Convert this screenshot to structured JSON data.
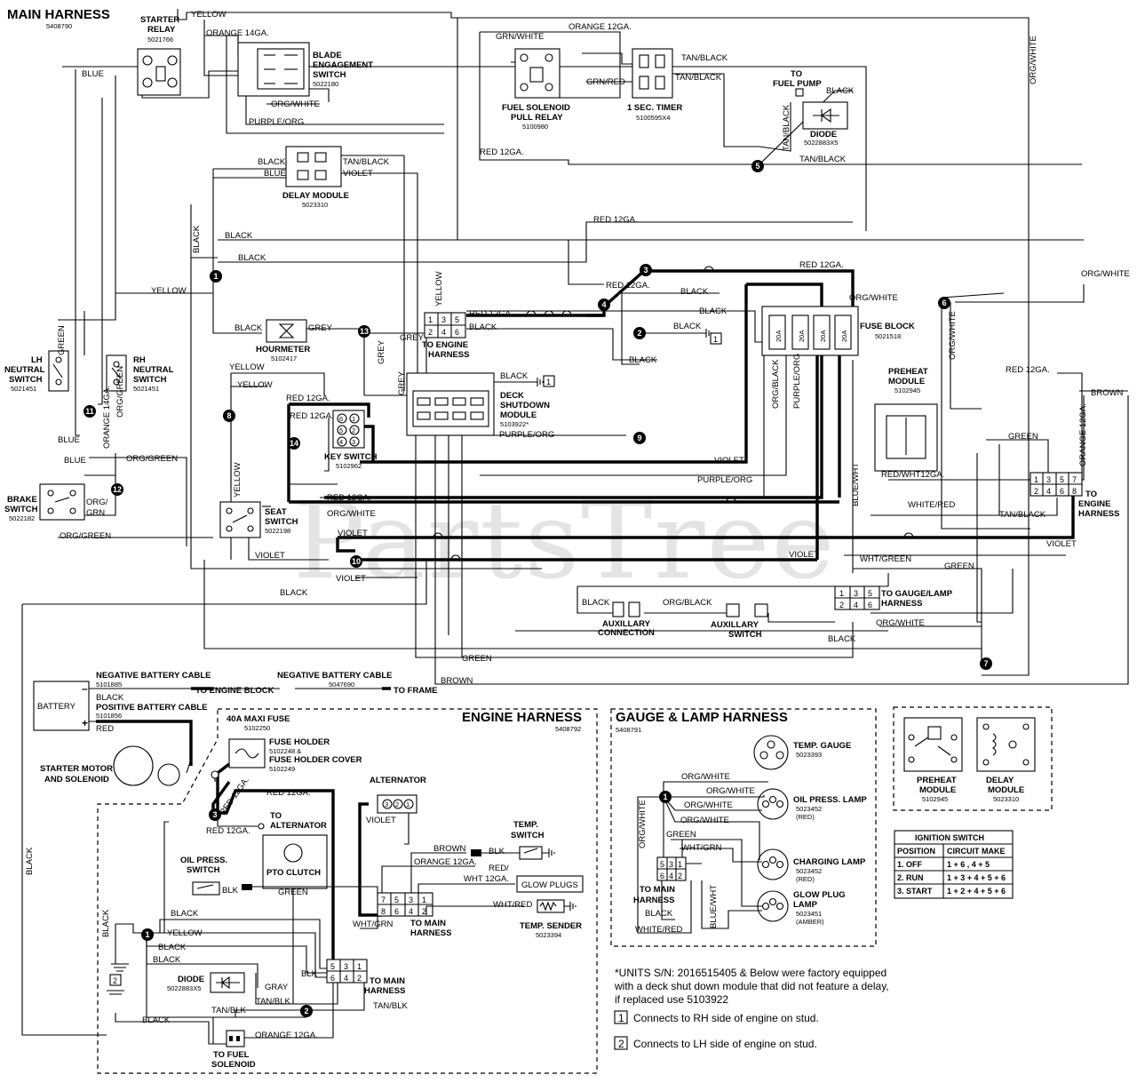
{
  "titles": {
    "main_harness": "MAIN HARNESS",
    "main_harness_pn": "5408790",
    "engine_harness": "ENGINE HARNESS",
    "engine_harness_pn": "5408792",
    "gauge_harness": "GAUGE & LAMP HARNESS",
    "gauge_harness_pn": "5408791"
  },
  "components": {
    "starter_relay": [
      "STARTER",
      "RELAY",
      "5021766"
    ],
    "blade_switch": [
      "BLADE",
      "ENGAGEMENT",
      "SWITCH",
      "5022180"
    ],
    "fuel_relay": [
      "FUEL SOLENOID",
      "PULL RELAY",
      "5100980"
    ],
    "timer": [
      "1 SEC. TIMER",
      "5100595X4"
    ],
    "fuel_pump": [
      "TO",
      "FUEL PUMP"
    ],
    "diode_main": [
      "DIODE",
      "5022883X5"
    ],
    "delay_module": [
      "DELAY MODULE",
      "5023310"
    ],
    "lh_neutral": [
      "LH",
      "NEUTRAL",
      "SWITCH",
      "5021451"
    ],
    "rh_neutral": [
      "RH",
      "NEUTRAL",
      "SWITCH",
      "5021451"
    ],
    "hourmeter": [
      "HOURMETER",
      "5102417"
    ],
    "engine_conn": [
      "TO ENGINE",
      "HARNESS"
    ],
    "fuse_block": [
      "FUSE BLOCK",
      "5021518"
    ],
    "deck_module": [
      "DECK",
      "SHUTDOWN",
      "MODULE",
      "5103922*"
    ],
    "key_switch": [
      "KEY SWITCH",
      "5102962"
    ],
    "preheat_module": [
      "PREHEAT",
      "MODULE",
      "5102945"
    ],
    "brake_switch": [
      "BRAKE",
      "SWITCH",
      "5022182"
    ],
    "seat_switch": [
      "SEAT",
      "SWITCH",
      "5022198"
    ],
    "to_engine_harness_r": [
      "TO",
      "ENGINE",
      "HARNESS"
    ],
    "gauge_conn": [
      "TO GAUGE/LAMP",
      "HARNESS"
    ],
    "aux_connection": [
      "AUXILLARY",
      "CONNECTION"
    ],
    "aux_switch": [
      "AUXILLARY",
      "SWITCH"
    ],
    "battery": "BATTERY",
    "fuse40": [
      "40A MAXI FUSE",
      "5102250"
    ],
    "fuse_holder": [
      "FUSE HOLDER",
      "5102248 &",
      "FUSE HOLDER COVER",
      "5102249"
    ],
    "starter_motor": [
      "STARTER MOTOR",
      "AND SOLENOID"
    ],
    "to_alternator": [
      "TO",
      "ALTERNATOR"
    ],
    "alternator": "ALTERNATOR",
    "oil_switch": [
      "OIL PRESS.",
      "SWITCH"
    ],
    "pto_clutch": "PTO CLUTCH",
    "temp_switch": [
      "TEMP.",
      "SWITCH"
    ],
    "glow_plugs": "GLOW PLUGS",
    "temp_sender": [
      "TEMP. SENDER",
      "5023394"
    ],
    "to_main_a": [
      "TO MAIN",
      "HARNESS"
    ],
    "to_main_b": [
      "TO MAIN",
      "HARNESS"
    ],
    "diode_eng": [
      "DIODE",
      "5022883X5"
    ],
    "fuel_solenoid": [
      "TO FUEL",
      "SOLENOID"
    ],
    "temp_gauge": [
      "TEMP. GAUGE",
      "5023393"
    ],
    "oil_lamp": [
      "OIL PRESS. LAMP",
      "5023452",
      "(RED)"
    ],
    "charging_lamp": [
      "CHARGING LAMP",
      "5023452",
      "(RED)"
    ],
    "glow_lamp": [
      "GLOW PLUG",
      "LAMP",
      "5023451",
      "(AMBER)"
    ],
    "to_main_gauge": [
      "TO MAIN",
      "HARNESS"
    ],
    "preheat_legend": [
      "PREHEAT",
      "MODULE",
      "5102945"
    ],
    "delay_legend": [
      "DELAY",
      "MODULE",
      "5023310"
    ]
  },
  "battery_cables": {
    "neg1": [
      "NEGATIVE BATTERY CABLE",
      "5101885"
    ],
    "neg1_to": "TO ENGINE BLOCK",
    "neg2": [
      "NEGATIVE BATTERY CABLE",
      "5047690"
    ],
    "neg2_to": "TO FRAME",
    "pos": [
      "POSITIVE BATTERY CABLE",
      "5101856"
    ],
    "black": "BLACK",
    "red": "RED"
  },
  "wires": {
    "yellow": "YELLOW",
    "blue": "BLUE",
    "orange14": "ORANGE 14GA.",
    "orange12": "ORANGE 12GA.",
    "grn_white": "GRN/WHITE",
    "tan_black": "TAN/BLACK",
    "grn_red": "GRN/RED",
    "org_white": "ORG/WHITE",
    "purple_org": "PURPLE/ORG",
    "red12": "RED 12GA.",
    "black": "BLACK",
    "violet": "VIOLET",
    "grey": "GREY",
    "org_green": "ORG/GREEN",
    "org_grn": "ORG/",
    "grn": "GRN",
    "org_black": "ORG/BLACK",
    "blue_wht": "BLUE/WHT",
    "red_wht12": "RED/WHT12GA.",
    "white_red": "WHITE/RED",
    "wht_green": "WHT/GREEN",
    "green": "GREEN",
    "brown": "BROWN",
    "org_black2": "ORG/BLACK",
    "wht_grn": "WHT/GRN",
    "wht12": "WHT 12GA.",
    "red_slash": "RED/",
    "blk": "BLK",
    "wht_red": "WHT/RED",
    "gray": "GRAY",
    "tan_blk": "TAN/BLK",
    "black_gauge": "BLACK",
    "white_red_g": "WHITE/RED",
    "org_white_v": "ORG/WHITE",
    "fuse20": "20A"
  },
  "ignition_table": {
    "title": "IGNITION SWITCH",
    "headers": [
      "POSITION",
      "CIRCUIT MAKE"
    ],
    "rows": [
      [
        "1. OFF",
        "1 + 6 , 4 + 5"
      ],
      [
        "2. RUN",
        "1 + 3 + 4 + 5 + 6"
      ],
      [
        "3. START",
        "1 + 2 + 4 + 5 + 6"
      ]
    ]
  },
  "notes": {
    "units_note": [
      "*UNITS S/N: 2016515405 & Below were factory equipped",
      "with a deck shut down module that did not feature a delay,",
      "if replaced use 5103922"
    ],
    "note1_num": "1",
    "note1_text": "Connects to RH side of engine on stud.",
    "note2_num": "2",
    "note2_text": "Connects to LH side of engine on stud."
  },
  "nodes": [
    "1",
    "2",
    "3",
    "4",
    "5",
    "6",
    "7",
    "8",
    "9",
    "10",
    "11",
    "12",
    "13",
    "14"
  ],
  "watermark": "PartsTree"
}
